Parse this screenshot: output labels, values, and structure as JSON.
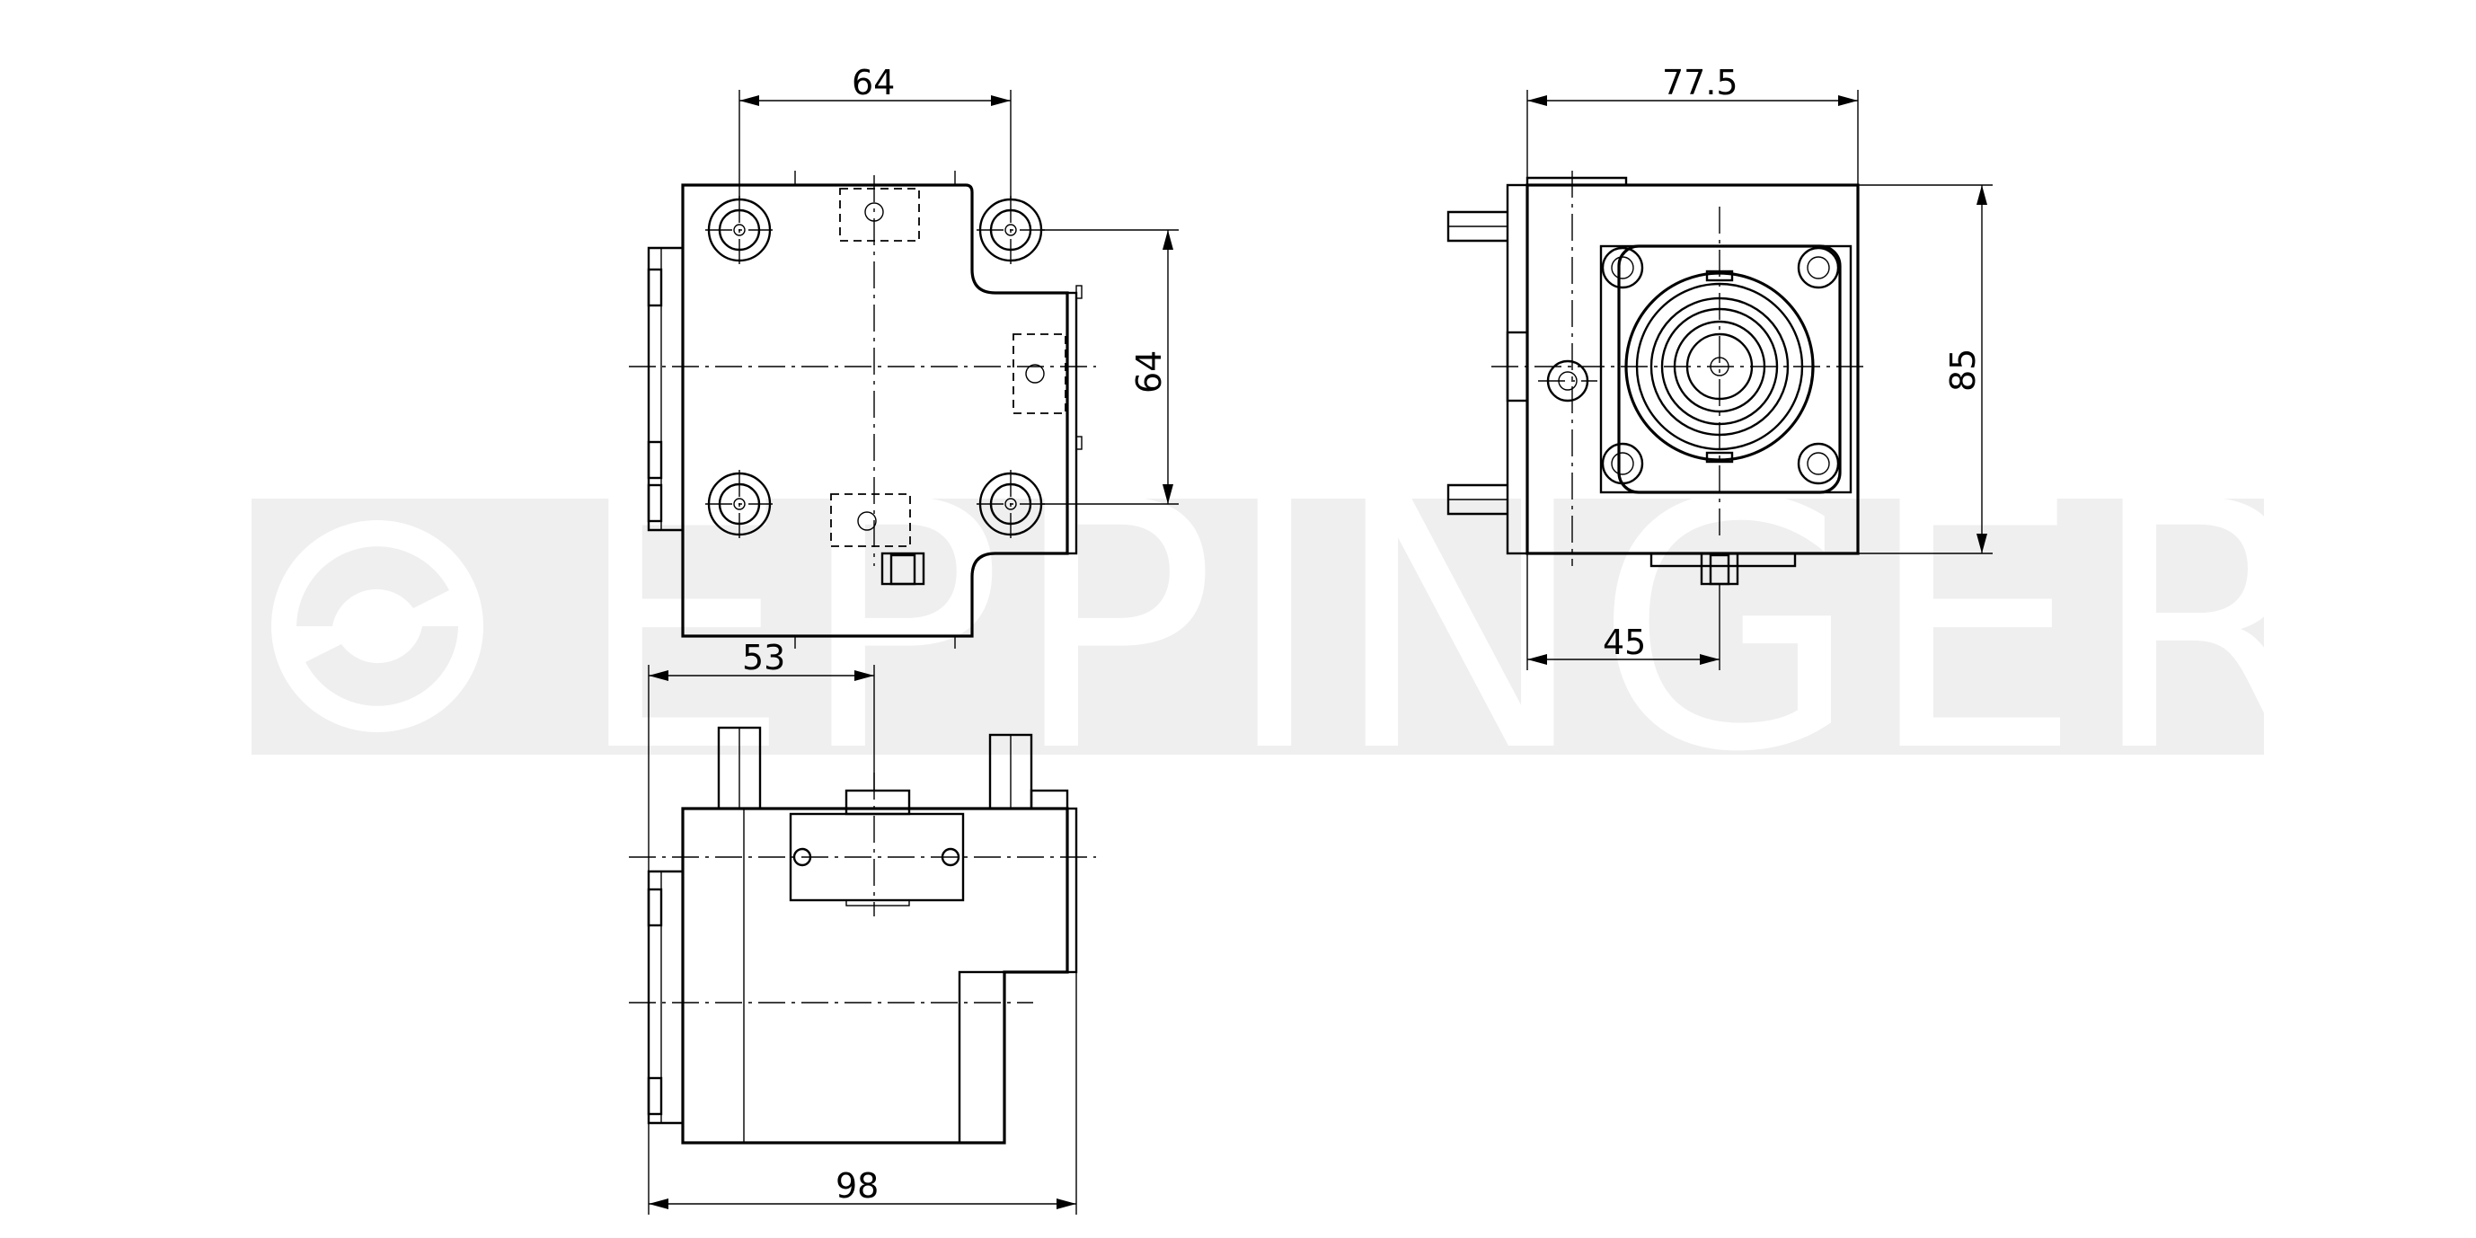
{
  "watermark": {
    "brand": "EPPINGER",
    "color": "#ebebeb"
  },
  "dimensions": {
    "top_width": "64",
    "top_height": "64",
    "right_width": "77.5",
    "right_height": "85",
    "right_center": "45",
    "bottom_offset": "53",
    "bottom_length": "98"
  }
}
